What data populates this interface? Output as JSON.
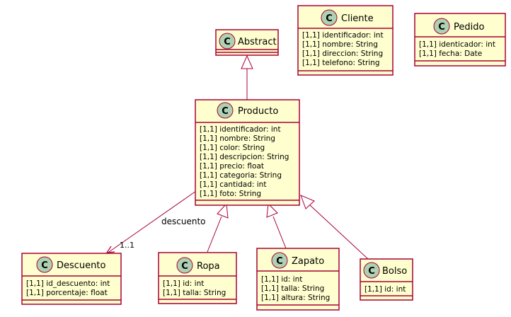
{
  "classes": {
    "abstract": {
      "stereotype": "C",
      "name": "Abstract",
      "attributes": []
    },
    "cliente": {
      "stereotype": "C",
      "name": "Cliente",
      "attributes": [
        "[1,1] identificador: int",
        "[1,1] nombre: String",
        "[1,1] direccion: String",
        "[1,1] telefono: String"
      ]
    },
    "pedido": {
      "stereotype": "C",
      "name": "Pedido",
      "attributes": [
        "[1,1] identicador: int",
        "[1,1] fecha: Date"
      ]
    },
    "producto": {
      "stereotype": "C",
      "name": "Producto",
      "attributes": [
        "[1,1] identificador: int",
        "[1,1] nombre: String",
        "[1,1] color: String",
        "[1,1] descripcion: String",
        "[1,1] precio: float",
        "[1,1] categoria: String",
        "[1,1] cantidad: int",
        "[1,1] foto: String"
      ]
    },
    "descuento": {
      "stereotype": "C",
      "name": "Descuento",
      "attributes": [
        "[1,1] id_descuento: int",
        "[1,1] porcentaje: float"
      ]
    },
    "ropa": {
      "stereotype": "C",
      "name": "Ropa",
      "attributes": [
        "[1,1] id: int",
        "[1,1] talla: String"
      ]
    },
    "zapato": {
      "stereotype": "C",
      "name": "Zapato",
      "attributes": [
        "[1,1] id: int",
        "[1,1] talla: String",
        "[1,1] altura: String"
      ]
    },
    "bolso": {
      "stereotype": "C",
      "name": "Bolso",
      "attributes": [
        "[1,1] id: int"
      ]
    }
  },
  "relations": {
    "descuento_assoc": {
      "label": "descuento",
      "multiplicity": "1..1"
    }
  },
  "colors": {
    "class_fill": "#FEFECE",
    "border": "#A80036",
    "stereotype_circle": "#ADD1B2"
  }
}
